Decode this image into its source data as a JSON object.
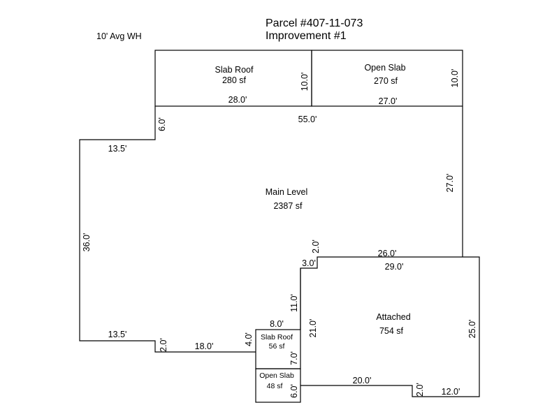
{
  "header": {
    "parcel": "Parcel #407-11-073",
    "improvement": "Improvement #1",
    "wall_height": "10' Avg WH"
  },
  "areas": {
    "slab_roof_top": {
      "name": "Slab Roof",
      "area": "280 sf"
    },
    "open_slab_top": {
      "name": "Open Slab",
      "area": "270 sf"
    },
    "main_level": {
      "name": "Main Level",
      "area": "2387 sf"
    },
    "attached": {
      "name": "Attached",
      "area": "754 sf"
    },
    "slab_roof_small": {
      "name": "Slab Roof",
      "area": "56 sf"
    },
    "open_slab_small": {
      "name": "Open Slab",
      "area": "48 sf"
    }
  },
  "dimensions": {
    "slab_roof_top_width": "28.0'",
    "slab_roof_top_depth": "10.0'",
    "open_slab_top_width": "27.0'",
    "open_slab_top_depth": "10.0'",
    "main_top": "55.0'",
    "main_left_jog": "6.0'",
    "main_left_upper_step": "13.5'",
    "main_left": "36.0'",
    "main_right": "27.0'",
    "main_left_lower_step": "13.5'",
    "main_bottom_jog": "2.0'",
    "main_bottom": "18.0'",
    "slab_roof_small_left": "4.0'",
    "slab_roof_small_top": "8.0'",
    "slab_roof_small_right": "7.0'",
    "open_slab_small_right": "6.0'",
    "main_inner_vertical": "11.0'",
    "main_inner_jog": "2.0'",
    "main_inner_step": "3.0'",
    "main_inner_top": "26.0'",
    "attached_top": "29.0'",
    "attached_left": "21.0'",
    "attached_right": "25.0'",
    "attached_bottom": "20.0'",
    "attached_jog": "2.0'",
    "attached_bottom_right": "12.0'"
  }
}
